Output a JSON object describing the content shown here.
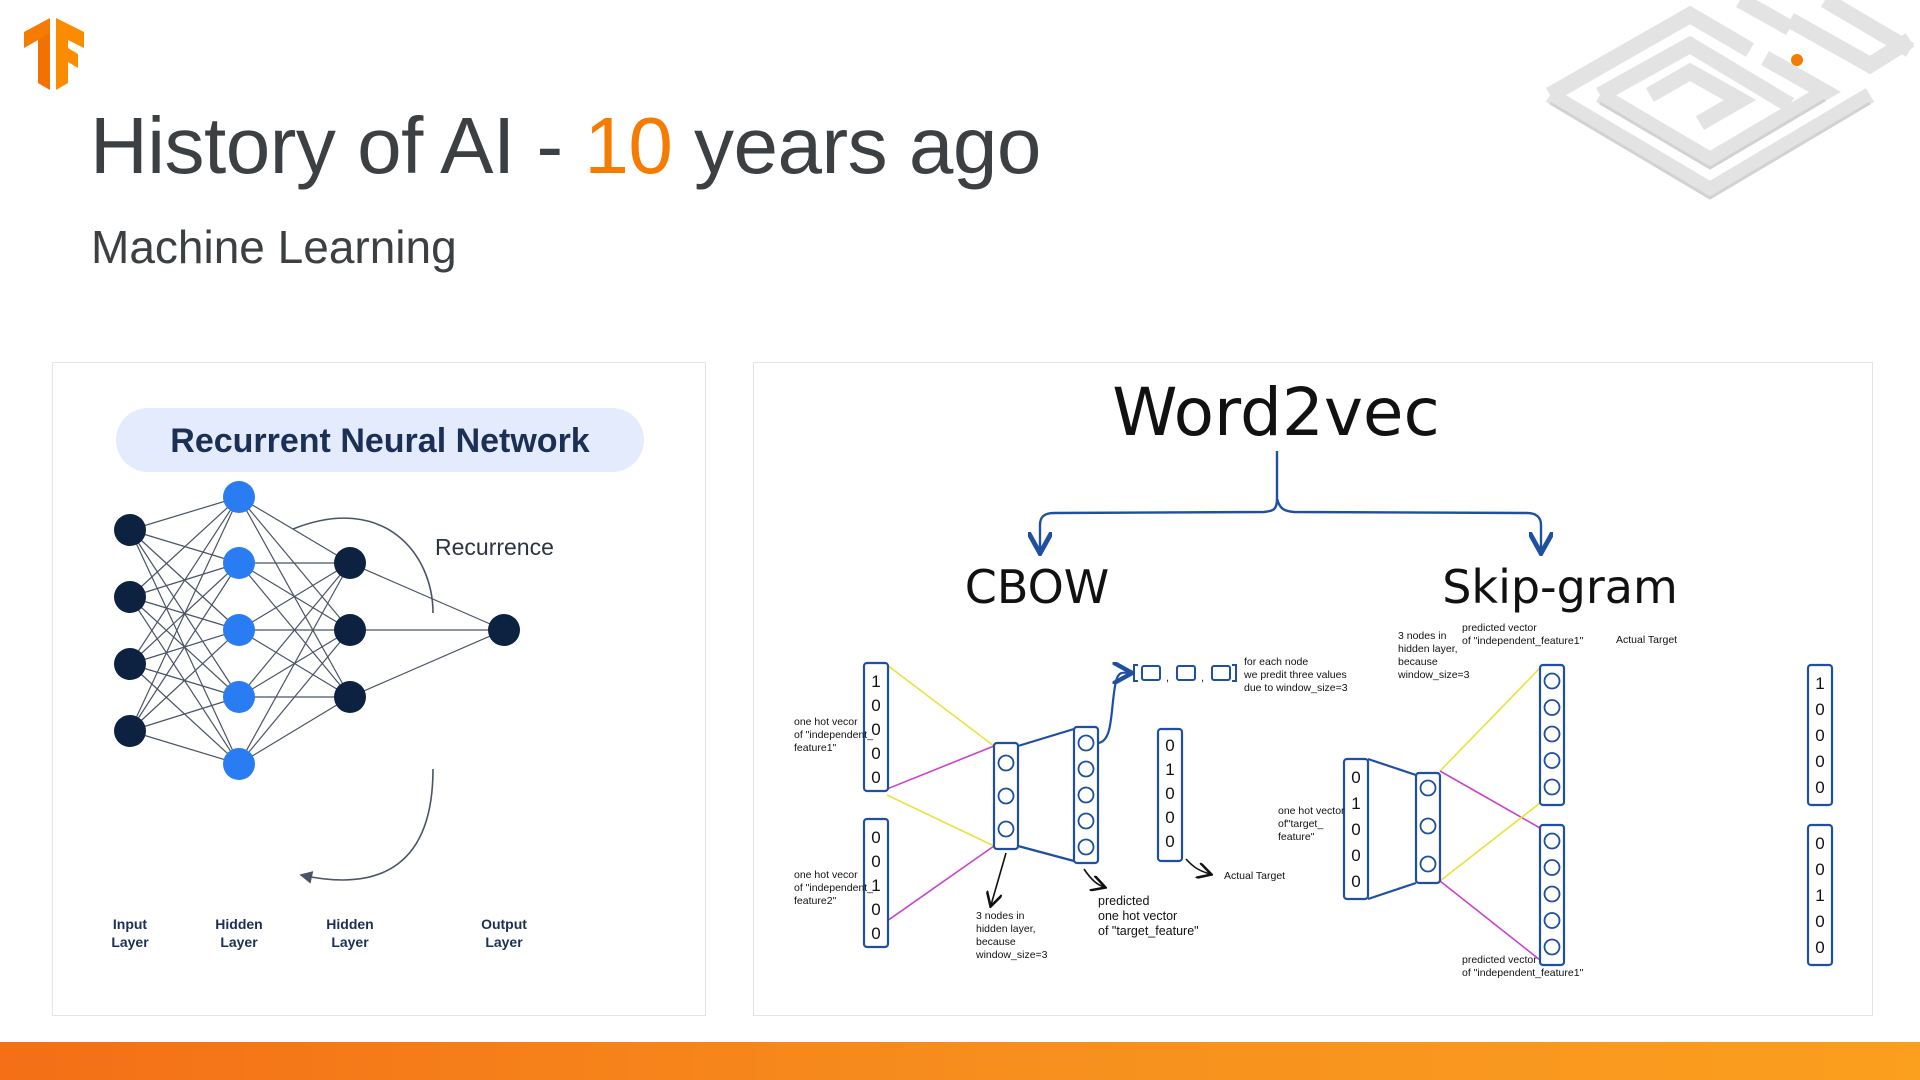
{
  "slide": {
    "title_prefix": "History of AI - ",
    "title_accent": "10",
    "title_suffix": " years ago",
    "subtitle": "Machine Learning",
    "colors": {
      "accent": "#f57c00",
      "bottom_bar": "#f7901e",
      "rnn_dark": "#0d2240",
      "rnn_blue": "#2a7cf3",
      "w2v_blue": "#1f4fa0"
    }
  },
  "rnn": {
    "title": "Recurrent Neural Network",
    "recurrence_label": "Recurrence",
    "layers": [
      {
        "label_line1": "Input",
        "label_line2": "Layer",
        "nodes": 4,
        "color": "dark"
      },
      {
        "label_line1": "Hidden",
        "label_line2": "Layer",
        "nodes": 5,
        "color": "blue"
      },
      {
        "label_line1": "Hidden",
        "label_line2": "Layer",
        "nodes": 3,
        "color": "dark"
      },
      {
        "label_line1": "Output",
        "label_line2": "Layer",
        "nodes": 1,
        "color": "dark"
      }
    ]
  },
  "word2vec": {
    "title": "Word2vec",
    "cbow": {
      "label": "CBOW",
      "input1_vector": [
        "1",
        "0",
        "0",
        "0",
        "0"
      ],
      "input2_vector": [
        "0",
        "0",
        "1",
        "0",
        "0"
      ],
      "target_vector": [
        "0",
        "1",
        "0",
        "0",
        "0"
      ],
      "input1_note": [
        "one hot vecor",
        "of \"independent_",
        "feature1\""
      ],
      "input2_note": [
        "one hot vecor",
        "of \"independent_",
        "feature2\""
      ],
      "hidden_note": [
        "3 nodes in",
        "hidden layer,",
        "because",
        "window_size=3"
      ],
      "predicted_note": [
        "predicted",
        "one hot vector",
        "of \"target_feature\""
      ],
      "output_note": [
        "for each node",
        "we predit three values",
        "due to window_size=3"
      ],
      "actual_target_label": "Actual Target"
    },
    "skipgram": {
      "label": "Skip-gram",
      "input_vector": [
        "0",
        "1",
        "0",
        "0",
        "0"
      ],
      "target1_vector": [
        "1",
        "0",
        "0",
        "0",
        "0"
      ],
      "target2_vector": [
        "0",
        "0",
        "1",
        "0",
        "0"
      ],
      "input_note": [
        "one hot vector",
        "of\"target_",
        "feature\""
      ],
      "hidden_note": [
        "3 nodes in",
        "hidden layer,",
        "because",
        "window_size=3"
      ],
      "pred_top_note": [
        "predicted vector",
        "of \"independent_feature1\""
      ],
      "pred_bottom_note": [
        "predicted vector",
        "of \"independent_feature1\""
      ],
      "actual_target_label": "Actual Target"
    }
  }
}
